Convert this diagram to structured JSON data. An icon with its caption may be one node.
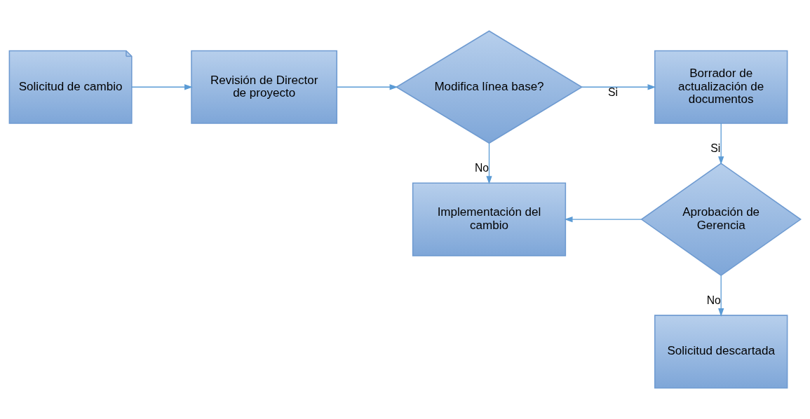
{
  "diagram": {
    "nodes": [
      {
        "text": [
          "Solicitud de cambio"
        ]
      },
      {
        "text": [
          "Revisión de Director de proyecto"
        ]
      },
      {
        "text": [
          "Modifica línea base?"
        ]
      },
      {
        "text": [
          "Borrador de actualización de documentos"
        ]
      },
      {
        "text": [
          "Implementación del cambio"
        ]
      },
      {
        "text": [
          "Aprobación de Gerencia"
        ]
      },
      {
        "text": [
          "Solicitud descartada"
        ]
      }
    ],
    "edges": [
      {
        "from": 0,
        "to": 1,
        "arrow": "to"
      },
      {
        "from": 1,
        "to": 2,
        "arrow": "to"
      },
      {
        "from": 2,
        "to": 3,
        "label": "Si",
        "arrow": "to"
      },
      {
        "from": 2,
        "to": 4,
        "label": "No",
        "arrow": "to"
      },
      {
        "from": 3,
        "to": 5,
        "label": "Si",
        "arrow": "to"
      },
      {
        "from": 5,
        "to": 4,
        "arrow": "to"
      },
      {
        "from": 5,
        "to": 6,
        "label": "No",
        "arrow": "to"
      }
    ]
  }
}
